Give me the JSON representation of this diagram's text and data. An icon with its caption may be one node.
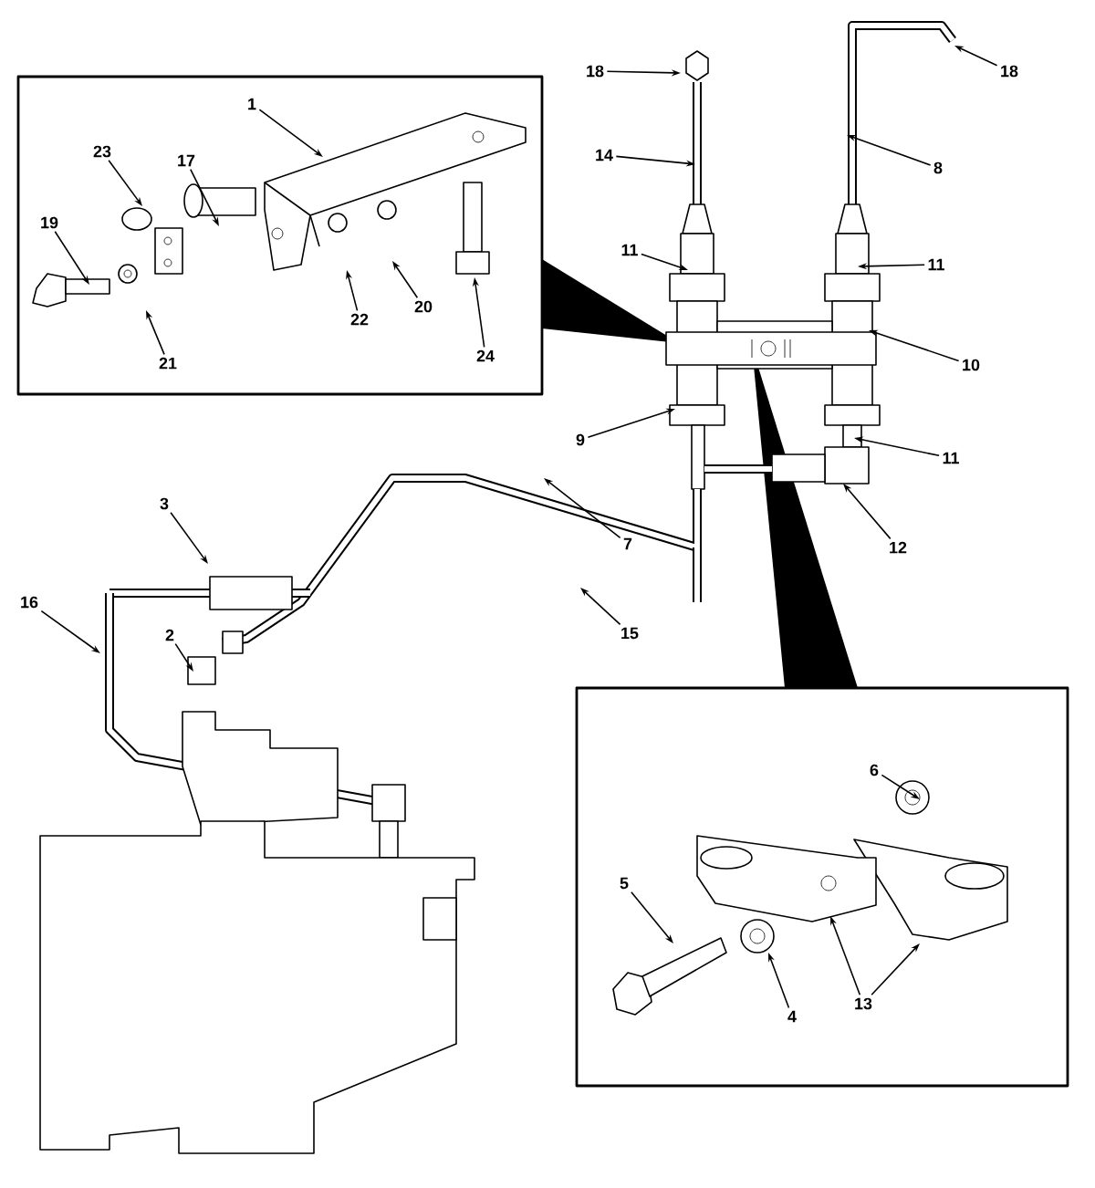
{
  "diagram": {
    "nodes": [
      {
        "text": [
          "18"
        ]
      },
      {
        "text": [
          "18"
        ]
      },
      {
        "text": [
          "1"
        ]
      },
      {
        "text": [
          "14"
        ]
      },
      {
        "text": [
          "8"
        ]
      },
      {
        "text": [
          "23"
        ]
      },
      {
        "text": [
          "17"
        ]
      },
      {
        "text": [
          "19"
        ]
      },
      {
        "text": [
          "11"
        ]
      },
      {
        "text": [
          "11"
        ]
      },
      {
        "text": [
          "22"
        ]
      },
      {
        "text": [
          "20"
        ]
      },
      {
        "text": [
          "24"
        ]
      },
      {
        "text": [
          "21"
        ]
      },
      {
        "text": [
          "10"
        ]
      },
      {
        "text": [
          "9"
        ]
      },
      {
        "text": [
          "11"
        ]
      },
      {
        "text": [
          "12"
        ]
      },
      {
        "text": [
          "7"
        ]
      },
      {
        "text": [
          "3"
        ]
      },
      {
        "text": [
          "16"
        ]
      },
      {
        "text": [
          "2"
        ]
      },
      {
        "text": [
          "15"
        ]
      },
      {
        "text": [
          "6"
        ]
      },
      {
        "text": [
          "5"
        ]
      },
      {
        "text": [
          "4"
        ]
      },
      {
        "text": [
          "13"
        ]
      }
    ],
    "edges": [
      {
        "from": 0,
        "to": null,
        "arrow": "to"
      },
      {
        "from": 1,
        "to": null,
        "arrow": "to"
      },
      {
        "from": 2,
        "to": null,
        "arrow": "to"
      },
      {
        "from": 3,
        "to": null,
        "arrow": "to"
      },
      {
        "from": 4,
        "to": null,
        "arrow": "to"
      },
      {
        "from": 5,
        "to": null,
        "arrow": "to"
      },
      {
        "from": 6,
        "to": null,
        "arrow": "to"
      },
      {
        "from": 7,
        "to": null,
        "arrow": "to"
      },
      {
        "from": 8,
        "to": null,
        "arrow": "to"
      },
      {
        "from": 9,
        "to": null,
        "arrow": "to"
      },
      {
        "from": 10,
        "to": null,
        "arrow": "to"
      },
      {
        "from": 11,
        "to": null,
        "arrow": "to"
      },
      {
        "from": 12,
        "to": null,
        "arrow": "to"
      },
      {
        "from": 13,
        "to": null,
        "arrow": "to"
      },
      {
        "from": 14,
        "to": null,
        "arrow": "to"
      },
      {
        "from": 15,
        "to": null,
        "arrow": "to"
      },
      {
        "from": 16,
        "to": null,
        "arrow": "to"
      },
      {
        "from": 17,
        "to": null,
        "arrow": "to"
      },
      {
        "from": 18,
        "to": null,
        "arrow": "to"
      },
      {
        "from": 19,
        "to": null,
        "arrow": "to"
      },
      {
        "from": 20,
        "to": null,
        "arrow": "to"
      },
      {
        "from": 21,
        "to": null,
        "arrow": "to"
      },
      {
        "from": 22,
        "to": null,
        "arrow": "to"
      },
      {
        "from": 23,
        "to": null,
        "arrow": "to"
      },
      {
        "from": 24,
        "to": null,
        "arrow": "to"
      },
      {
        "from": 25,
        "to": null,
        "arrow": "to"
      },
      {
        "from": 26,
        "to": null,
        "arrow": "to"
      },
      {
        "from": 26,
        "to": null,
        "arrow": "to"
      }
    ]
  }
}
